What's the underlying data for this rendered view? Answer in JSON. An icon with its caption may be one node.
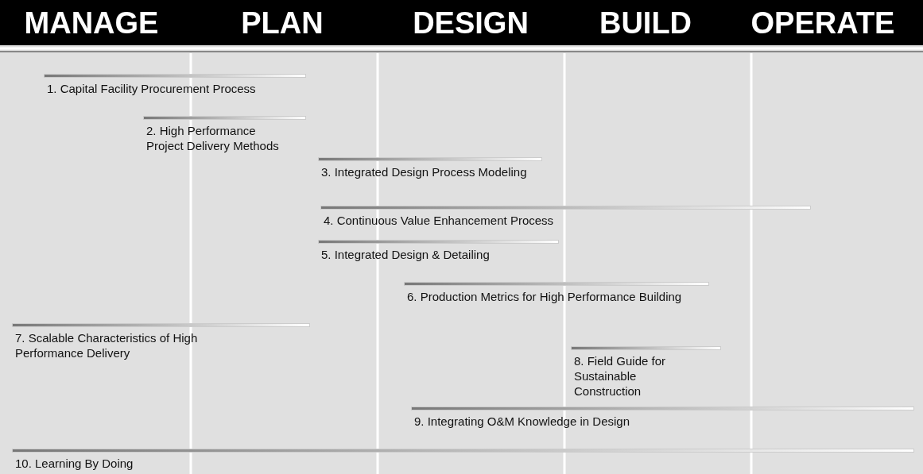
{
  "diagram": {
    "nodes": [
      {
        "text": [
          "1. Capital Facility Procurement Process"
        ]
      },
      {
        "text": [
          "2. High Performance Project Delivery Methods"
        ]
      },
      {
        "text": [
          "3. Integrated Design Process Modeling"
        ]
      },
      {
        "text": [
          "4. Continuous Value Enhancement Process"
        ]
      },
      {
        "text": [
          "5. Integrated Design & Detailing"
        ]
      },
      {
        "text": [
          "6. Production Metrics for High Performance Building"
        ]
      },
      {
        "text": [
          "7. Scalable Characteristics of High Performance Delivery"
        ]
      },
      {
        "text": [
          "8. Field Guide for Sustainable Construction"
        ]
      },
      {
        "text": [
          "9. Integrating O&M Knowledge in Design"
        ]
      },
      {
        "text": [
          "10. Learning By Doing"
        ]
      }
    ],
    "labels": [
      "MANAGE",
      "PLAN",
      "DESIGN",
      "BUILD",
      "OPERATE"
    ]
  }
}
